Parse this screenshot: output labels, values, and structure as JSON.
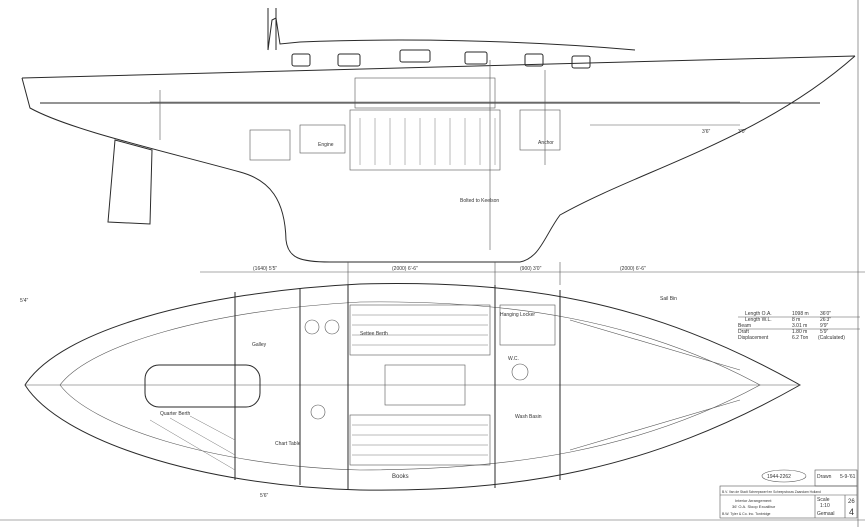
{
  "drawing": {
    "title": "Interior Arrangement",
    "subtitle": "36' O.A. Sloop Excalibur",
    "builder": "B.V. Van de Stadt Scheepswerf en Scheepsbouw Zaandam Holland",
    "owner": "B.W. Tyler & Co. Inc. Tonbridge",
    "drawing_number": "1944-2262",
    "scale_label": "Scale",
    "scale": "1:10",
    "sheet": "26",
    "sheet_sub": "4",
    "revision": "Gemaal",
    "drawn_label": "Drawn",
    "date": "5-9-'61"
  },
  "particulars": [
    {
      "label": "Length O.A.",
      "metric": "1098 m",
      "imperial": "36'0\""
    },
    {
      "label": "Length W.L.",
      "metric": "8 m",
      "imperial": "26'3\""
    },
    {
      "label": "Beam",
      "metric": "3.01 m",
      "imperial": "9'9\""
    },
    {
      "label": "Draft",
      "metric": "1.80 m",
      "imperial": "5'9\""
    },
    {
      "label": "Displacement",
      "metric": "6.2 Ton",
      "imperial": "(Calculated)"
    }
  ],
  "dimensions": {
    "d1": "(1640) 5'5\"",
    "d2": "(2000) 6'-6\"",
    "d3": "(900) 3'0\"",
    "d4": "(2000) 6'-6\"",
    "d5": "5'6\"",
    "h1": "3'6\"",
    "h2": "3'0\"",
    "h3": "5'4\""
  },
  "labels": {
    "bolted": "Bolted to Keelson",
    "anchor": "Anchor",
    "settee": "Settee Berth",
    "galley": "Galley",
    "chart_table": "Chart Table",
    "quarter_berth": "Quarter Berth",
    "hanging_locker": "Hanging Locker",
    "books": "Books",
    "wash_basin": "Wash Basin",
    "engine": "Engine",
    "wc": "W.C.",
    "sail_bin": "Sail Bin"
  }
}
